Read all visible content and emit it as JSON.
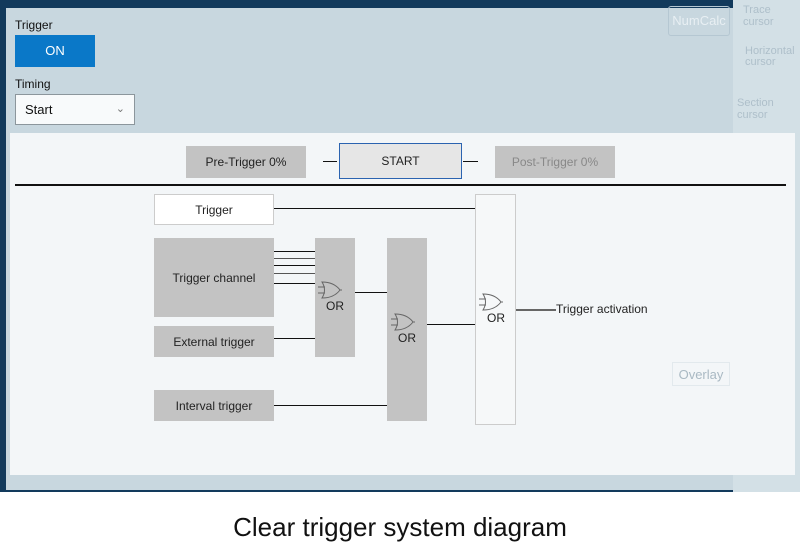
{
  "background": {
    "numcalc": "NumCalc",
    "side_items": [
      "Trace cursor",
      "Horizontal cursor",
      "Section cursor"
    ],
    "overlay_btn": "Overlay"
  },
  "trigger": {
    "label": "Trigger",
    "button": "ON",
    "accent": "#0a78c8"
  },
  "timing": {
    "label": "Timing",
    "value": "Start"
  },
  "timeline": {
    "pre": "Pre-Trigger 0%",
    "start": "START",
    "post": "Post-Trigger 0%"
  },
  "diagram": {
    "trigger": "Trigger",
    "channel": "Trigger channel",
    "external": "External trigger",
    "interval": "Interval trigger",
    "or": "OR",
    "output": "Trigger activation"
  },
  "caption": "Clear trigger system diagram"
}
